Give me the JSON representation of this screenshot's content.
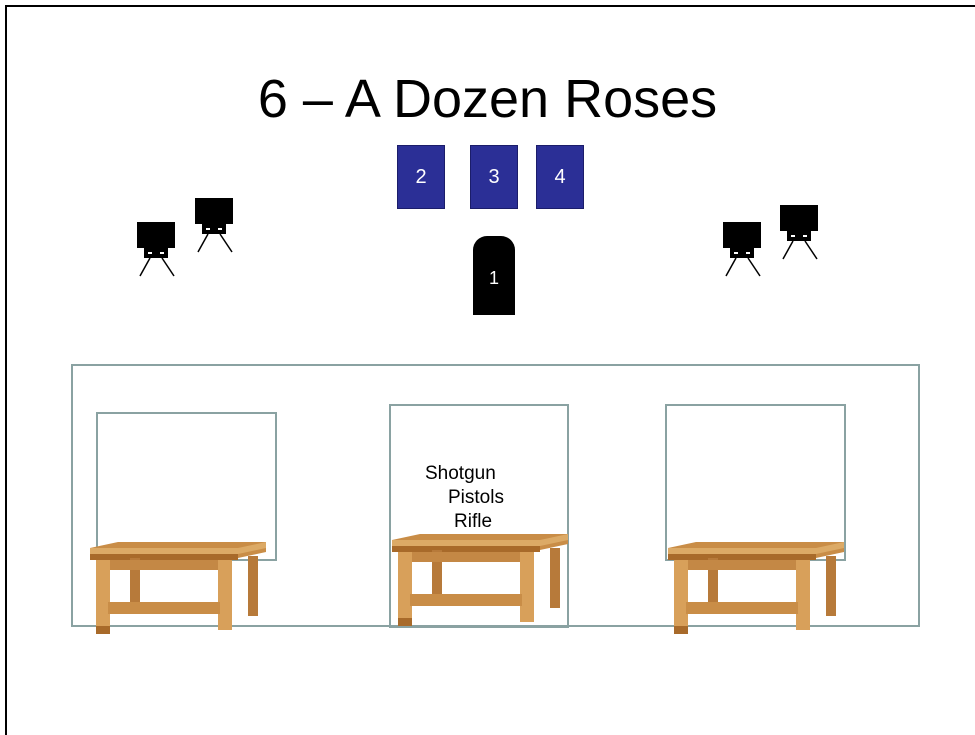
{
  "title": "6 – A Dozen Roses",
  "targets": [
    "2",
    "3",
    "4"
  ],
  "start_post": "1",
  "center_table_labels": [
    "Shotgun",
    "Pistols",
    "Rifle"
  ],
  "colors": {
    "target_fill": "#2b2f96",
    "outline": "#8aa2a2",
    "wood_light": "#d8a05a",
    "wood_dark": "#a86a2a"
  },
  "icons": {
    "popper": "popper-target-icon",
    "table": "wooden-table-icon"
  }
}
